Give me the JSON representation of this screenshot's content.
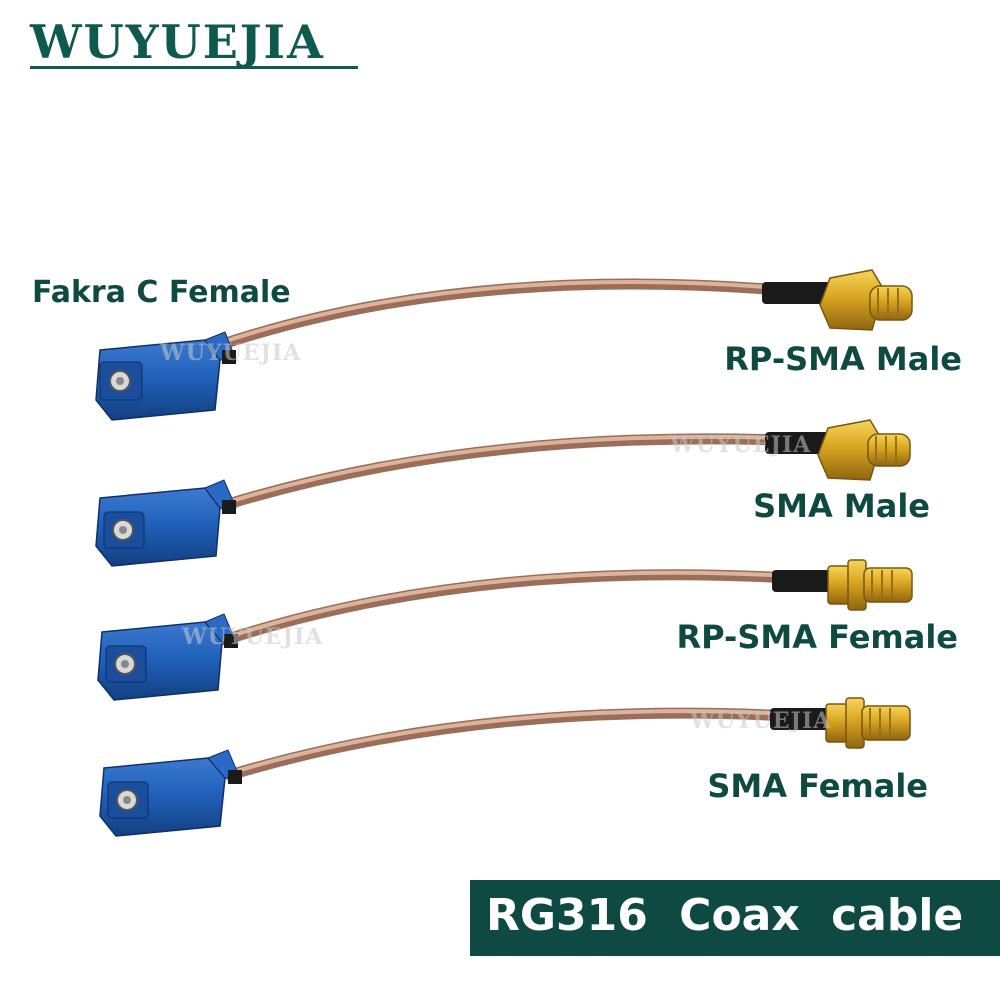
{
  "brand": {
    "name": "WUYUEJIA",
    "color": "#0f5a4e"
  },
  "labels": {
    "fakra": "Fakra C Female",
    "rp_sma_male": "RP-SMA Male",
    "sma_male": "SMA Male",
    "rp_sma_female": "RP-SMA Female",
    "sma_female": "SMA Female"
  },
  "banner": {
    "text": "RG316  Coax  cable",
    "background": "#0f4a42"
  },
  "colors": {
    "connector_blue": "#1f5fb8",
    "cable_tan": "#c4937a",
    "gold": "#d9a521",
    "heatshrink": "#1a1a1a"
  }
}
